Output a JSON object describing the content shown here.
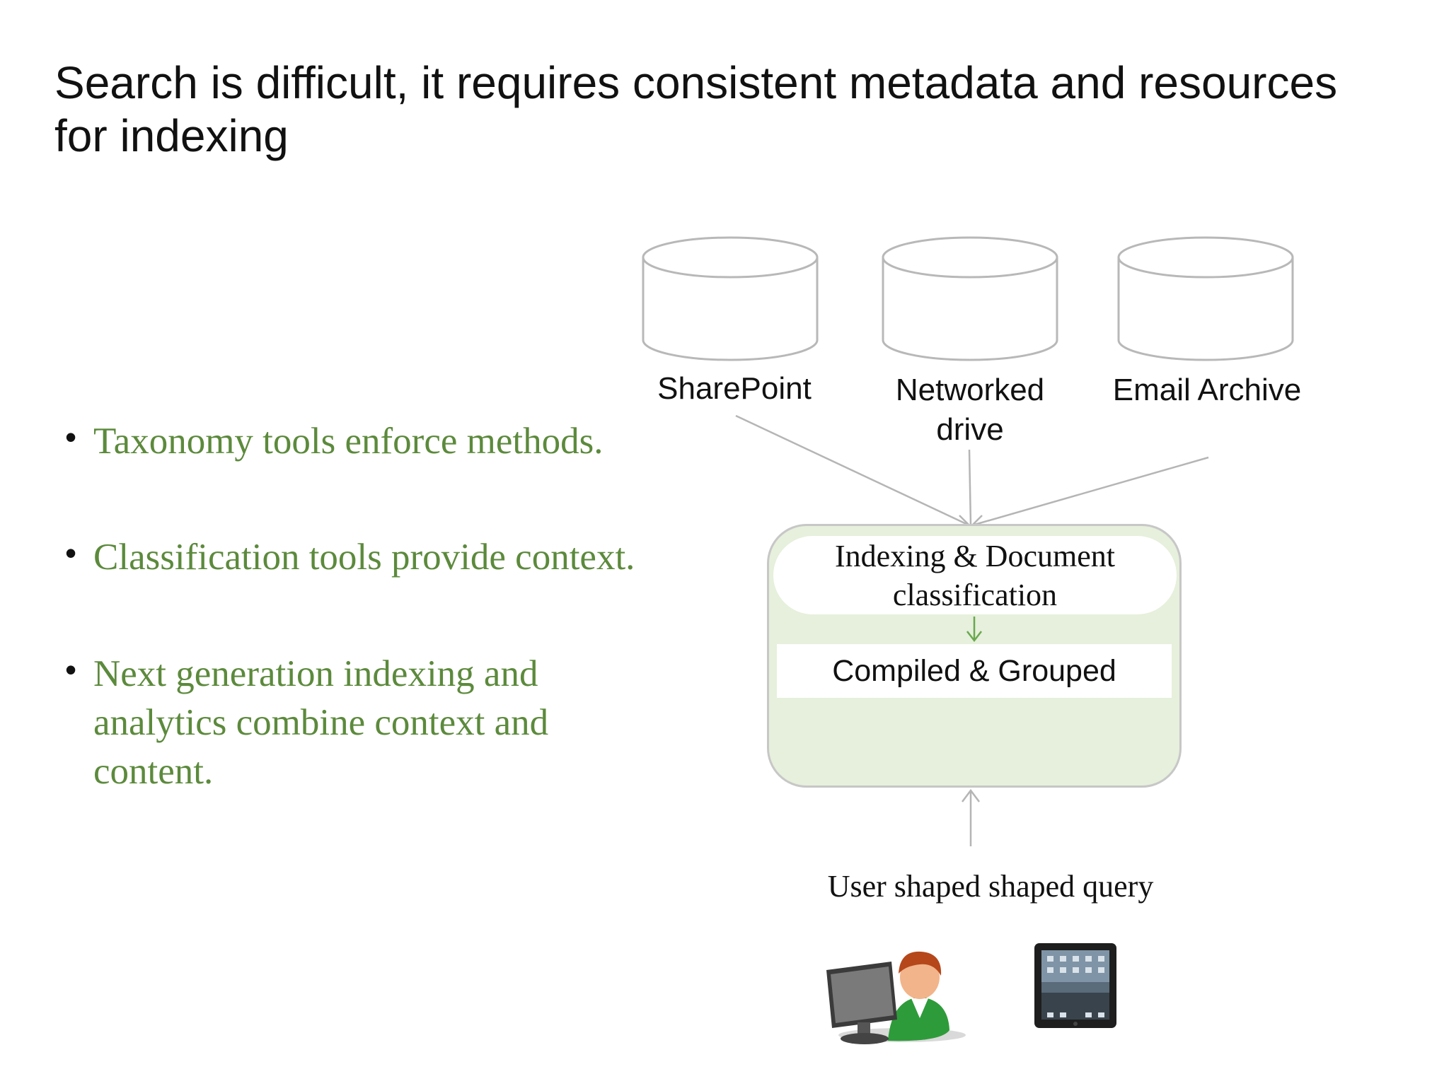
{
  "slide": {
    "title": "Search is difficult, it requires consistent metadata and resources for indexing"
  },
  "bullets": [
    {
      "text": "Taxonomy tools enforce methods."
    },
    {
      "text": "Classification tools provide context."
    },
    {
      "text": "Next generation indexing and analytics combine context and content."
    }
  ],
  "bullet_marker": "•",
  "diagram": {
    "sources": [
      {
        "label": "SharePoint"
      },
      {
        "label": "Networked drive"
      },
      {
        "label": "Email Archive"
      }
    ],
    "process": {
      "indexing_label": "Indexing & Document classification",
      "compiled_label": "Compiled & Grouped"
    },
    "query_label": "User shaped shaped query",
    "devices": [
      {
        "icon": "user-computer-icon"
      },
      {
        "icon": "tablet-icon"
      }
    ]
  },
  "colors": {
    "bullet_text": "#5c8a3c",
    "process_fill": "#e6f0dc",
    "connector": "#b5b5b5",
    "inner_arrow": "#6aa84f",
    "cylinder_stroke": "#b8b8b8"
  }
}
